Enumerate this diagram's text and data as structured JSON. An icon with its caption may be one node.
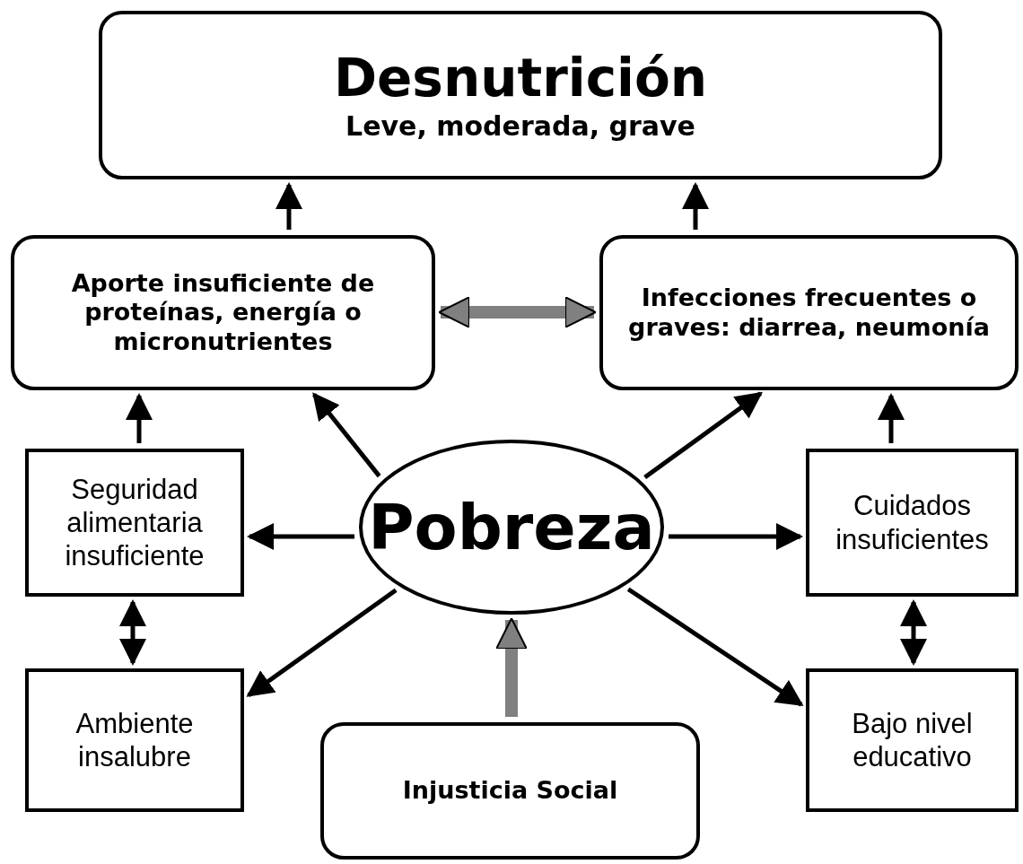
{
  "diagram": {
    "nodes": [
      {
        "text": [
          "Desnutrición",
          "Leve, moderada, grave"
        ]
      },
      {
        "text": [
          "Aporte insuficiente de proteínas, energía o micronutrientes"
        ]
      },
      {
        "text": [
          "Infecciones frecuentes o graves: diarrea, neumonía"
        ]
      },
      {
        "text": [
          "Seguridad alimentaria insuficiente"
        ]
      },
      {
        "text": [
          "Pobreza"
        ]
      },
      {
        "text": [
          "Cuidados insuficientes"
        ]
      },
      {
        "text": [
          "Ambiente insalubre"
        ]
      },
      {
        "text": [
          "Injusticia Social"
        ]
      },
      {
        "text": [
          "Bajo nivel educativo"
        ]
      }
    ],
    "edges": [
      {
        "from": 1,
        "to": 0,
        "arrow": "to"
      },
      {
        "from": 2,
        "to": 0,
        "arrow": "to"
      },
      {
        "from": 1,
        "to": 2,
        "arrow": "both",
        "style": "thick",
        "color": "#808080"
      },
      {
        "from": 3,
        "to": 1,
        "arrow": "to"
      },
      {
        "from": 5,
        "to": 2,
        "arrow": "to"
      },
      {
        "from": 4,
        "to": 1,
        "arrow": "to"
      },
      {
        "from": 4,
        "to": 2,
        "arrow": "to"
      },
      {
        "from": 4,
        "to": 3,
        "arrow": "to"
      },
      {
        "from": 4,
        "to": 5,
        "arrow": "to"
      },
      {
        "from": 4,
        "to": 6,
        "arrow": "to"
      },
      {
        "from": 4,
        "to": 8,
        "arrow": "to"
      },
      {
        "from": 3,
        "to": 6,
        "arrow": "both"
      },
      {
        "from": 5,
        "to": 8,
        "arrow": "both"
      },
      {
        "from": 7,
        "to": 4,
        "arrow": "to",
        "style": "thick",
        "color": "#808080"
      }
    ]
  }
}
